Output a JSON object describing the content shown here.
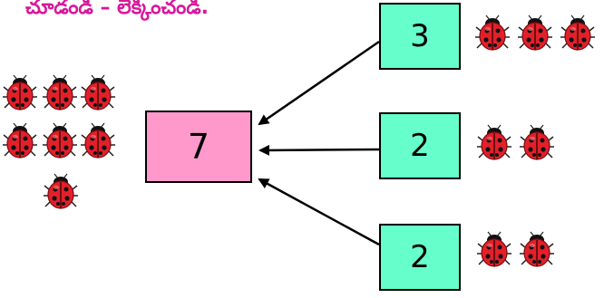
{
  "instruction": "చూడండి – లెక్కించండి.",
  "sum": {
    "value": "7",
    "ladybug_count": 7
  },
  "parts": [
    {
      "value": "3",
      "ladybug_count": 3
    },
    {
      "value": "2",
      "ladybug_count": 2
    },
    {
      "value": "2",
      "ladybug_count": 2
    }
  ],
  "colors": {
    "instruction": "#d7189b",
    "sum_box": "#ff99cc",
    "part_box": "#66ffcc",
    "ladybug_shell": "#e3202a",
    "ladybug_head": "#111111"
  },
  "icons": {
    "ladybug": "ladybug-icon",
    "arrow": "arrow-icon"
  }
}
